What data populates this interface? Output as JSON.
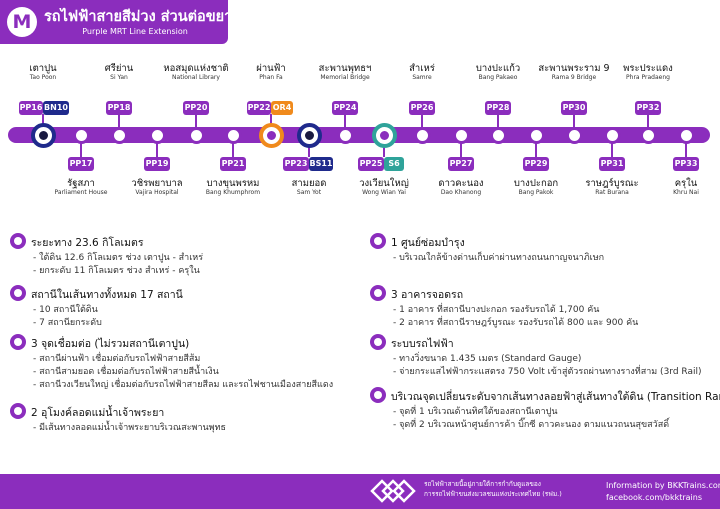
{
  "header": {
    "logo_letter": "M",
    "title": "รถไฟฟ้าสายสีม่วง ส่วนต่อขยาย",
    "subtitle": "Purple MRT Line Extension"
  },
  "colors": {
    "purple": "#8b2dbd",
    "blue_line": "#1f2a8c",
    "orange_line": "#f08a1c",
    "green_line": "#2fa39a"
  },
  "top_stations": [
    {
      "th": "เตาปูน",
      "en": "Tao Poon"
    },
    {
      "th": "ศรีย่าน",
      "en": "Si Yan"
    },
    {
      "th": "หอสมุดแห่งชาติ",
      "en": "National Library"
    },
    {
      "th": "ผ่านฟ้า",
      "en": "Phan Fa"
    },
    {
      "th": "สะพานพุทธฯ",
      "en": "Memorial Bridge"
    },
    {
      "th": "สำเหร่",
      "en": "Samre"
    },
    {
      "th": "บางปะแก้ว",
      "en": "Bang Pakaeo"
    },
    {
      "th": "สะพานพระราม 9",
      "en": "Rama 9 Bridge"
    },
    {
      "th": "พระประแดง",
      "en": "Phra Pradaeng"
    }
  ],
  "bottom_stations": [
    {
      "th": "รัฐสภา",
      "en": "Parliament House"
    },
    {
      "th": "วชิรพยาบาล",
      "en": "Vajira Hospital"
    },
    {
      "th": "บางขุนพรหม",
      "en": "Bang Khumphrom"
    },
    {
      "th": "สามยอด",
      "en": "Sam Yot"
    },
    {
      "th": "วงเวียนใหญ่",
      "en": "Wong Wian Yai"
    },
    {
      "th": "ดาวคะนอง",
      "en": "Dao Khanong"
    },
    {
      "th": "บางปะกอก",
      "en": "Bang Pakok"
    },
    {
      "th": "ราษฎร์บูรณะ",
      "en": "Rat Burana"
    },
    {
      "th": "ครุใน",
      "en": "Khru Nai"
    }
  ],
  "top_codes": [
    "PP16",
    "PP18",
    "PP20",
    "PP22",
    "PP24",
    "PP26",
    "PP28",
    "PP30",
    "PP32"
  ],
  "bottom_codes": [
    "PP17",
    "PP19",
    "PP21",
    "PP23",
    "PP25",
    "PP27",
    "PP29",
    "PP31",
    "PP33"
  ],
  "interchange_codes": {
    "bn10": "BN10",
    "or4": "OR4",
    "bs11": "BS11",
    "s6": "S6"
  },
  "info_left": [
    {
      "head": "ระยะทาง 23.6 กิโลเมตร",
      "subs": [
        "- ใต้ดิน 12.6 กิโลเมตร ช่วง เตาปูน - สำเหร่",
        "- ยกระดับ 11 กิโลเมตร ช่วง สำเหร่ - ครุใน"
      ]
    },
    {
      "head": "สถานีในเส้นทางทั้งหมด 17 สถานี",
      "subs": [
        "- 10 สถานีใต้ดิน",
        "- 7 สถานียกระดับ"
      ]
    },
    {
      "head": "3 จุดเชื่อมต่อ (ไม่รวมสถานีเตาปูน)",
      "subs": [
        "- สถานีผ่านฟ้า เชื่อมต่อกับรถไฟฟ้าสายสีส้ม",
        "- สถานีสามยอด เชื่อมต่อกับรถไฟฟ้าสายสีน้ำเงิน",
        "- สถานีวงเวียนใหญ่ เชื่อมต่อกับรถไฟฟ้าสายสีลม และรถไฟชานเมืองสายสีแดง"
      ]
    },
    {
      "head": "2 อุโมงค์ลอดแม่น้ำเจ้าพระยา",
      "subs": [
        "- มีเส้นทางลอดแม่น้ำเจ้าพระยาบริเวณสะพานพุทธ"
      ]
    }
  ],
  "info_right": [
    {
      "head": "1 ศูนย์ซ่อมบำรุง",
      "subs": [
        "- บริเวณใกล้ข้างด่านเก็บค่าผ่านทางถนนกาญจนาภิเษก"
      ]
    },
    {
      "head": "3 อาคารจอดรถ",
      "subs": [
        "- 1 อาคาร ที่สถานีบางปะกอก รองรับรถได้ 1,700 คัน",
        "- 2 อาคาร ที่สถานีราษฎร์บูรณะ รองรับรถได้ 800 และ 900 คัน"
      ]
    },
    {
      "head": "ระบบรถไฟฟ้า",
      "subs": [
        "- ทางวิ่งขนาด 1.435 เมตร (Standard Gauge)",
        "- จ่ายกระแสไฟฟ้ากระแสตรง 750 Volt เข้าสู่ตัวรถผ่านทางรางที่สาม (3rd Rail)"
      ]
    },
    {
      "head": "บริเวณจุดเปลี่ยนระดับจากเส้นทางลอยฟ้าสู่เส้นทางใต้ดิน (Transition Ramp)",
      "subs": [
        "- จุดที่ 1 บริเวณด้านทิศใต้ของสถานีเตาปูน",
        "- จุดที่ 2 บริเวณหน้าศูนย์การค้า บิ๊กซี ดาวคะนอง ตามแนวถนนสุขสวัสดิ์"
      ]
    }
  ],
  "footer": {
    "left_line1": "รถไฟฟ้าสายนี้อยู่ภายใต้การกำกับดูแลของ",
    "left_line2": "การรถไฟฟ้าขนส่งมวลชนแห่งประเทศไทย (รฟม.)",
    "right_line1": "Information by BKKTrains.com",
    "right_line2": "facebook.com/bkktrains"
  }
}
